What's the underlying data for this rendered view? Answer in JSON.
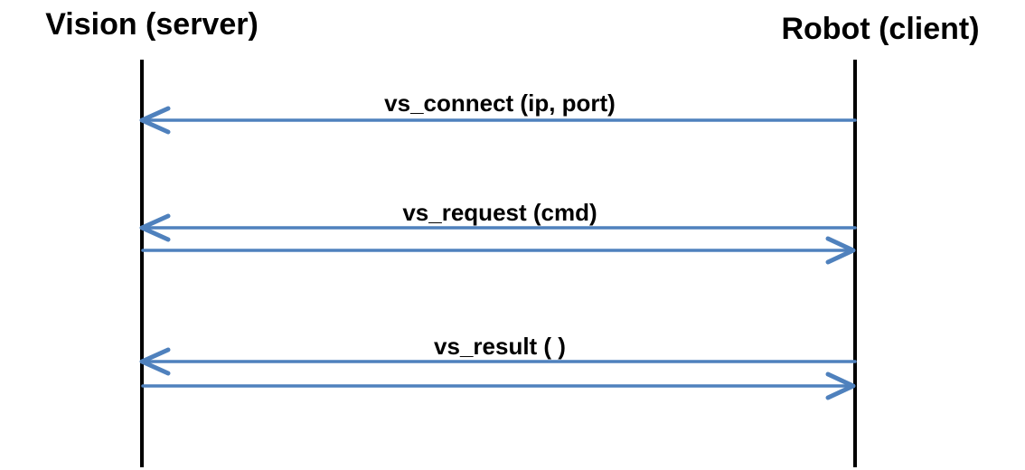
{
  "diagram": {
    "type": "sequence-diagram",
    "actors": {
      "left": {
        "label": "Vision (server)"
      },
      "right": {
        "label": "Robot (client)"
      }
    },
    "messages": [
      {
        "label": "vs_connect (ip, port)",
        "direction": "right-to-left",
        "has_return": false
      },
      {
        "label": "vs_request (cmd)",
        "direction": "right-to-left",
        "has_return": true
      },
      {
        "label": "vs_result ( )",
        "direction": "right-to-left",
        "has_return": true
      }
    ],
    "colors": {
      "arrow": "#4F81BD",
      "lifeline": "#000000",
      "text": "#000000",
      "background": "#FFFFFF"
    }
  }
}
